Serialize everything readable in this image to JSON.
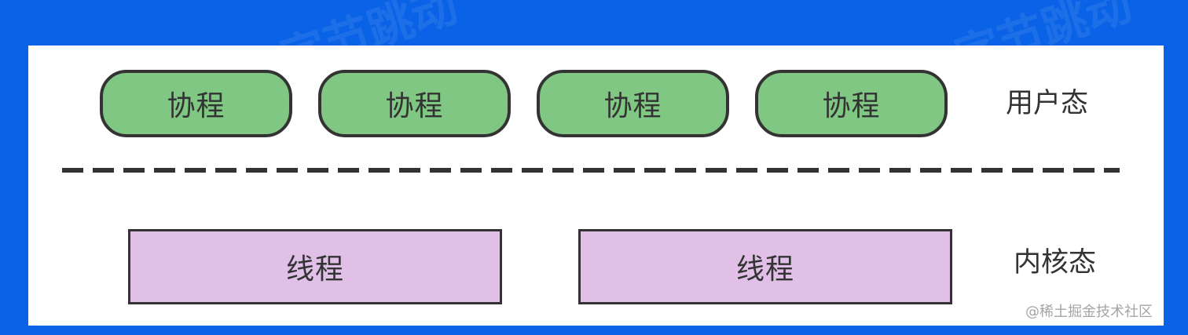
{
  "diagram": {
    "user_mode_label": "用户态",
    "kernel_mode_label": "内核态",
    "coroutines": [
      "协程",
      "协程",
      "协程",
      "协程"
    ],
    "threads": [
      "线程",
      "线程"
    ],
    "watermark": "@稀土掘金技术社区",
    "background_watermark": "字节跳动"
  },
  "colors": {
    "background": "#0a63e6",
    "canvas": "#ffffff",
    "coroutine_fill": "#7fc783",
    "thread_fill": "#e1c0e8",
    "stroke": "#333333"
  }
}
